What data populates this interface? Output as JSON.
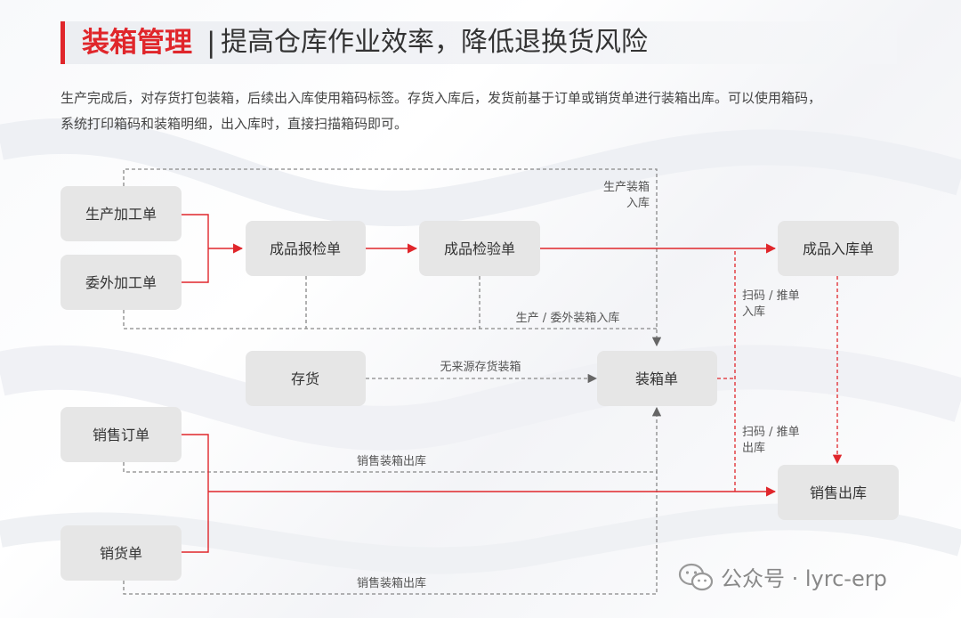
{
  "header": {
    "title": "装箱管理",
    "separator": "|",
    "subtitle": "提高仓库作业效率，降低退换货风险"
  },
  "description": {
    "line1": "生产完成后，对存货打包装箱，后续出入库使用箱码标签。存货入库后，发货前基于订单或销货单进行装箱出库。可以使用箱码，",
    "line2": "系统打印箱码和装箱明细，出入库时，直接扫描箱码即可。"
  },
  "nodes": {
    "production_order": "生产加工单",
    "outsourcing_order": "委外加工单",
    "qc_request": "成品报检单",
    "qc_inspection": "成品检验单",
    "fg_inbound": "成品入库单",
    "inventory": "存货",
    "packing_list": "装箱单",
    "sales_order": "销售订单",
    "sales_invoice": "销货单",
    "sales_outbound": "销售出库"
  },
  "labels": {
    "prod_pack_in_1": "生产装箱",
    "prod_pack_in_2": "入库",
    "prod_outsource_pack_in": "生产 / 委外装箱入库",
    "no_source_pack": "无来源存货装箱",
    "scan_in_1": "扫码 / 推单",
    "scan_in_2": "入库",
    "scan_out_1": "扫码 / 推单",
    "scan_out_2": "出库",
    "sales_pack_out_1": "销售装箱出库",
    "sales_pack_out_2": "销售装箱出库"
  },
  "watermark": {
    "text": "公众号 · lyrc-erp"
  },
  "colors": {
    "accent_red": "#e0262b",
    "node_fill": "#e6e6e6",
    "dashed_gray": "#888888"
  }
}
